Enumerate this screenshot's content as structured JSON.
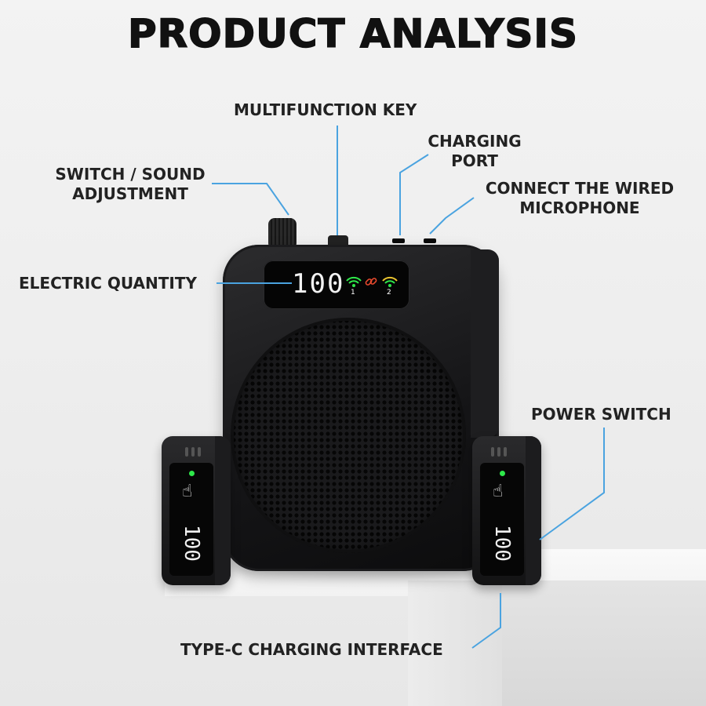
{
  "title": "PRODUCT ANALYSIS",
  "callouts": {
    "multifunction_key": "MULTIFUNCTION KEY",
    "charging_port": [
      "CHARGING",
      "PORT"
    ],
    "switch_sound": [
      "SWITCH / SOUND",
      "ADJUSTMENT"
    ],
    "connect_mic": [
      "CONNECT THE WIRED",
      "MICROPHONE"
    ],
    "electric_quantity": "ELECTRIC QUANTITY",
    "power_switch": "POWER SWITCH",
    "type_c": "TYPE-C CHARGING INTERFACE"
  },
  "speaker": {
    "display_value": "100",
    "channel_1": "1",
    "channel_2": "2"
  },
  "transmitters": [
    {
      "display_value": "100"
    },
    {
      "display_value": "100"
    }
  ],
  "colors": {
    "callout_line": "#4aa3e0",
    "signal_green": "#2ee84a",
    "signal_red": "#e84a2e",
    "device_body": "#141416"
  },
  "icons": [
    "wifi-signal-icon",
    "link-icon",
    "touch-hand-icon"
  ]
}
